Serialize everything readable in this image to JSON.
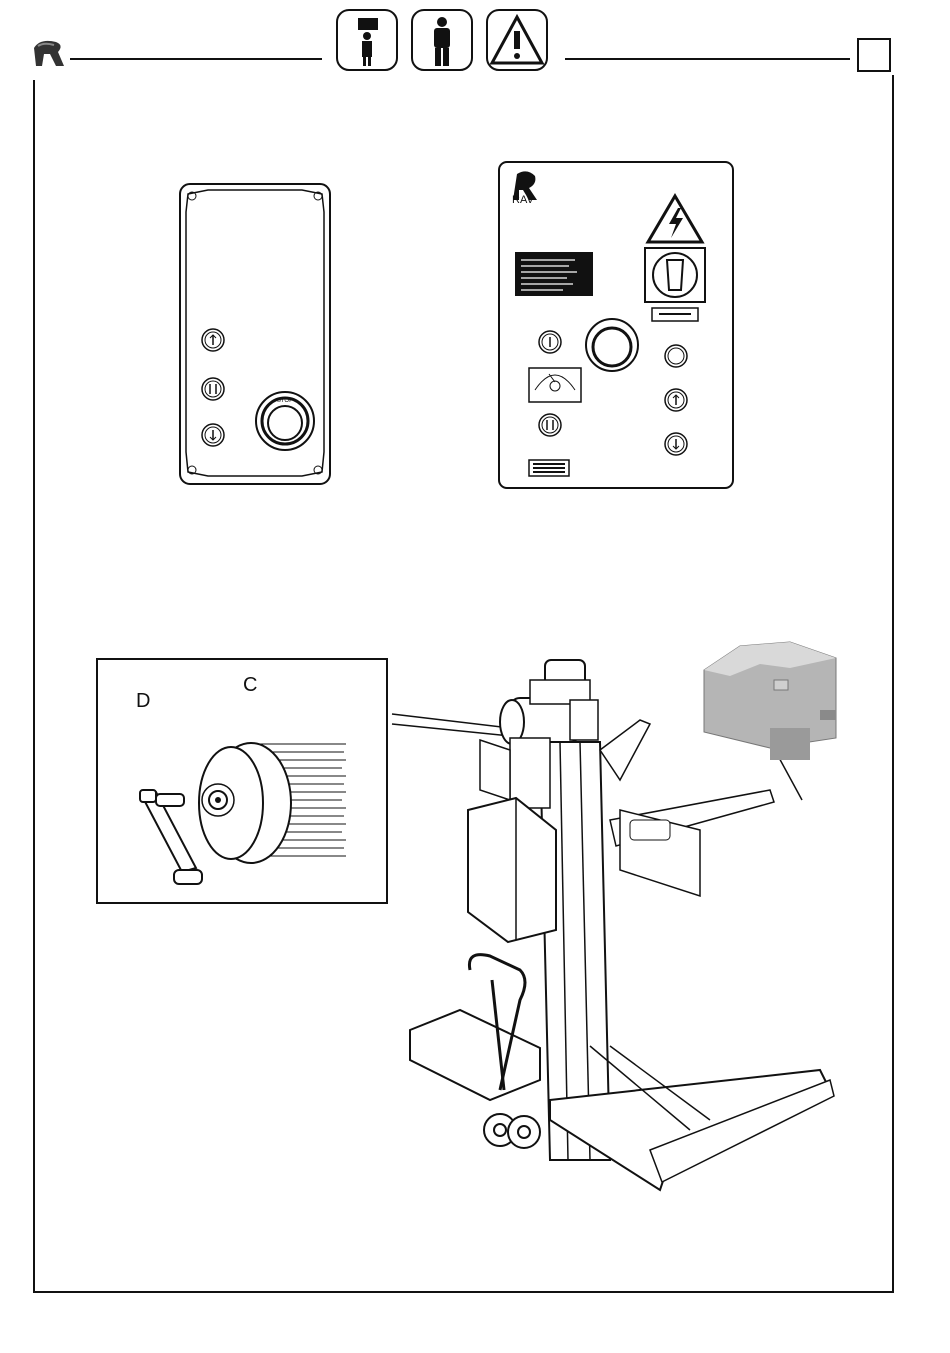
{
  "header": {
    "page_box_text": "",
    "icons": [
      "operator-lifting-icon",
      "operator-icon",
      "warning-icon"
    ]
  },
  "panels": {
    "left_panel": {
      "buttons": [
        "up-arrow-button",
        "up-down-button",
        "down-arrow-button",
        "emergency-stop-button"
      ]
    },
    "right_panel": {
      "brand": "RAV"
    }
  },
  "detail_labels": {
    "c": "C",
    "d": "D"
  },
  "colors": {
    "line": "#111111",
    "shade": "#9a9a9a",
    "paper": "#ffffff"
  }
}
